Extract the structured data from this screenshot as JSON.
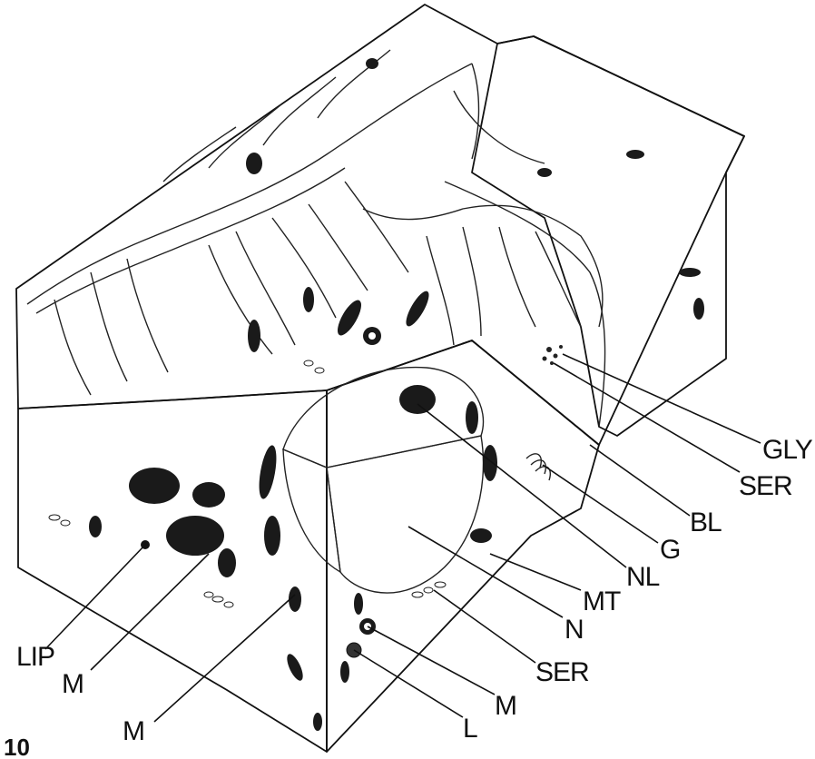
{
  "figure_number": "10",
  "labels": {
    "gly": "GLY",
    "ser_right": "SER",
    "bl": "BL",
    "g": "G",
    "nl": "NL",
    "mt": "MT",
    "n": "N",
    "ser_bottom": "SER",
    "m_right": "M",
    "l": "L",
    "lip": "LIP",
    "m_left_upper": "M",
    "m_left_lower": "M"
  },
  "colors": {
    "ink": "#111111",
    "background": "#ffffff",
    "stipple": "#555555",
    "dense_stipple": "#2a2a2a"
  }
}
